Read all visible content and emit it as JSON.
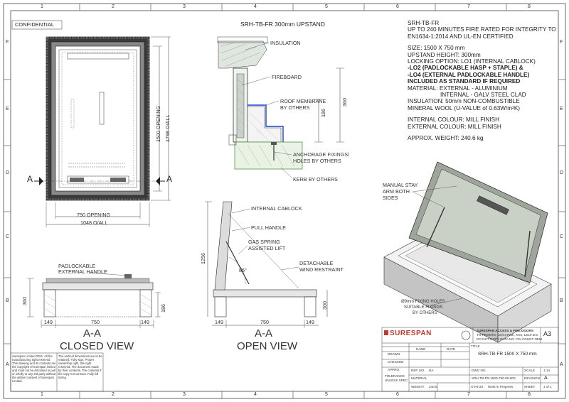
{
  "frame": {
    "cols": [
      "1",
      "2",
      "3",
      "4",
      "5",
      "6",
      "7",
      "8"
    ],
    "rows": [
      "F",
      "E",
      "D",
      "C",
      "B",
      "A"
    ],
    "confidential": "CONFIDENTIAL"
  },
  "section_title": "SRH-TB-FR 300mm UPSTAND",
  "spec": {
    "lines": [
      "SRH-TB-FR",
      "UP TO 240 MINUTES FIRE RATED FOR INTEGRITY TO",
      "EN1634-1:2014 AND UL-EN CERTIFIED",
      "",
      "SIZE: 1500 X 750 mm",
      "UPSTAND HEIGHT: 300mm",
      "LOCKING OPTION: LO1 (INTERNAL CABLOCK)",
      "-LO2 (PADLOCKABLE HASP + STAPLE) &",
      "-LO4 (EXTERNAL PADLOCKABLE HANDLE)",
      "INCLUDED AS STANDARD IF REQUIRED",
      "MATERIAL: EXTERNAL - ALUMINIUM",
      "           INTERNAL - GALV STEEL CLAD",
      "INSULATION: 50mm NON-COMBUSTIBLE",
      "MINERAL WOOL (U-VALUE of 0.63W/m²K)",
      "",
      "INTERNAL COLOUR: MILL FINISH",
      "EXTERNAL COLOUR: MILL FINISH",
      "",
      "APPROX. WEIGHT: 240.6 kg"
    ]
  },
  "plan": {
    "opening_w": "750 OPENING",
    "overall_w": "1048 O/ALL",
    "opening_h": "1500 OPENING",
    "overall_h": "1798 O/ALL",
    "section_mark": "A"
  },
  "detail": {
    "insulation": "INSULATION",
    "fireboard": "FIREBOARD",
    "roof_membrane": "ROOF MEMBRANE",
    "by_others": "BY OTHERS",
    "anchorage": "ANCHORAGE FIXINGS/",
    "holes": "HOLES BY OTHERS",
    "kerb": "KERB BY OTHERS",
    "dim_186": "186",
    "dim_360": "360"
  },
  "closed": {
    "padlock_1": "PADLOCKABLE",
    "padlock_2": "EXTERNAL HANDLE",
    "dim_360": "360",
    "dim_186": "186",
    "dim_149a": "149",
    "dim_750": "750",
    "dim_149b": "149",
    "title1": "A-A",
    "title2": "CLOSED VIEW"
  },
  "open": {
    "cablock": "INTERNAL CABLOCK",
    "pull": "PULL HANDLE",
    "gas1": "GAS SPRING",
    "gas2": "ASSISTED LIFT",
    "detach1": "DETACHABLE",
    "detach2": "WIND RESTRAINT",
    "angle": "85°",
    "dim_1256": "1256",
    "dim_300": "300",
    "dim_149a": "149",
    "dim_750": "750",
    "dim_149b": "149",
    "title1": "A-A",
    "title2": "OPEN VIEW"
  },
  "iso": {
    "stay1": "MANUAL STAY",
    "stay2": "ARM BOTH",
    "stay3": "SIDES",
    "holes1": "Ø9mm FIXING HOLES",
    "holes2": "SUITABLE FIXINGS",
    "holes3": "BY OTHERS"
  },
  "titleblock": {
    "brand": "SURESPAN",
    "company1": "SURESPAN ACCESS & FIRE DOORS",
    "company2": "TO PRMOTE, Unit 3 Park, XXX, LE19 5nn",
    "company3": "DO NOT COPY DATA NO. FIN COUNT NEW",
    "sheet_size": "A3",
    "title_label": "TITLE",
    "title": "SRH-TB-FR 1500 X 750 mm",
    "name_h": "NAME",
    "date_h": "DATE",
    "drawn": "DRAWN",
    "checked": "CHECKED",
    "approved": "APPRO.",
    "tolerance": "TOLERANCE",
    "unless": "UNLESS SPEC.",
    "ref_no_l": "REF. NO.",
    "ref_no": "NA",
    "dwg_no_l": "DWG NO.",
    "dwg_no": "SRH-TB-FR-1500-750-00-000",
    "scale_l": "SCALE",
    "scale": "1:14",
    "weight_l": "WEIGHT",
    "weight": "240.6",
    "status_l": "STATUS",
    "status": "Work in Progress",
    "sheet_l": "SHEET",
    "sheet": "1 of 1",
    "revision_l": "REVISION",
    "revision": "A",
    "material_l": "MATERIAL",
    "copyright": "Surespan Limited 2021. All the manufacturing right reserved. This drawing and its contents are the copyright of Surespan limited and must not be disclosed in part or wholly to any 3rd party without the written consent of Surespan Limited.",
    "notes": "The vertical dimensions are to be retained. Fully sign. Proper ownership right. We right reserved. The document made by their contents. The contents if the copy not consent. Fully full sizing."
  }
}
